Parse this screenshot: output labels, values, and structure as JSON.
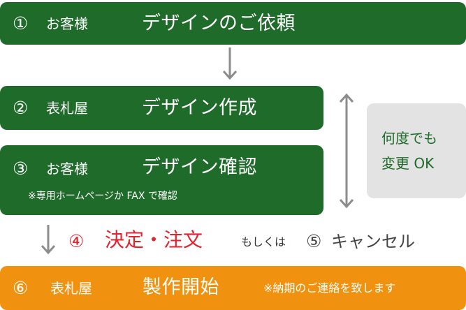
{
  "colors": {
    "step_green": "#1e6b2a",
    "final_orange": "#f0920f",
    "side_gray": "#e3e3e3",
    "decision_red": "#e2222c",
    "arrow_gray": "#8c8c8c"
  },
  "steps": [
    {
      "num": "①",
      "who": "お客様",
      "what": "デザインのご依頼"
    },
    {
      "num": "②",
      "who": "表札屋",
      "what": "デザイン作成"
    },
    {
      "num": "③",
      "who": "お客様",
      "what": "デザイン確認",
      "note": "※専用ホームページか FAX で確認"
    }
  ],
  "decision": {
    "num": "④",
    "label": "決定・注文",
    "connector": "もしくは",
    "alt_num": "⑤",
    "alt_label": "キャンセル"
  },
  "final": {
    "num": "⑥",
    "who": "表札屋",
    "what": "製作開始",
    "note": "※納期のご連絡を致します"
  },
  "side_box": {
    "line1": "何度でも",
    "line2": "変更 OK"
  }
}
